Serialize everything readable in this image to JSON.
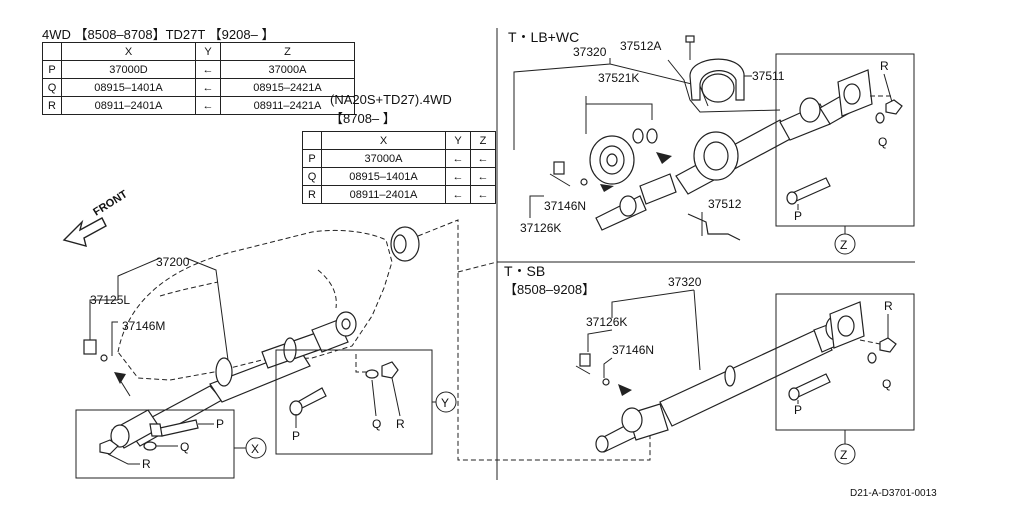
{
  "table1": {
    "header": "4WD 【8508–8708】TD27T 【9208–    】",
    "cols": [
      "",
      "X",
      "Y",
      "Z"
    ],
    "rows": [
      {
        "label": "P",
        "x": "37000D",
        "y": "←",
        "z": "37000A"
      },
      {
        "label": "Q",
        "x": "08915–1401A",
        "y": "←",
        "z": "08915–2421A"
      },
      {
        "label": "R",
        "x": "08911–2401A",
        "y": "←",
        "z": "08911–2421A"
      }
    ]
  },
  "table2": {
    "header_line1": "(NA20S+TD27).4WD",
    "header_line2": "【8708–      】",
    "cols": [
      "",
      "X",
      "Y",
      "Z"
    ],
    "rows": [
      {
        "label": "P",
        "x": "37000A",
        "y": "←",
        "z": "←"
      },
      {
        "label": "Q",
        "x": "08915–1401A",
        "y": "←",
        "z": "←"
      },
      {
        "label": "R",
        "x": "08911–2401A",
        "y": "←",
        "z": "←"
      }
    ]
  },
  "front_label": "FRONT",
  "section_top": {
    "title": "T・LB+WC",
    "labels": {
      "p37320": "37320",
      "p37512A": "37512A",
      "p37511": "37511",
      "p37521K": "37521K",
      "p37146N": "37146N",
      "p37126K": "37126K",
      "p37512": "37512",
      "r": "R",
      "q": "Q",
      "p": "P",
      "z": "Z"
    }
  },
  "section_bottom": {
    "title": "T・SB",
    "subtitle": "【8508–9208】",
    "labels": {
      "p37320": "37320",
      "p37126K": "37126K",
      "p37146N": "37146N",
      "r": "R",
      "q": "Q",
      "p": "P",
      "z": "Z"
    }
  },
  "main": {
    "labels": {
      "p37200": "37200",
      "p37125L": "37125L",
      "p37146M": "37146M",
      "p": "P",
      "q": "Q",
      "r": "R",
      "x": "X",
      "y": "Y",
      "q2": "Q",
      "r2": "R",
      "p2": "P"
    }
  },
  "footer_code": "D21-A-D3701-0013"
}
